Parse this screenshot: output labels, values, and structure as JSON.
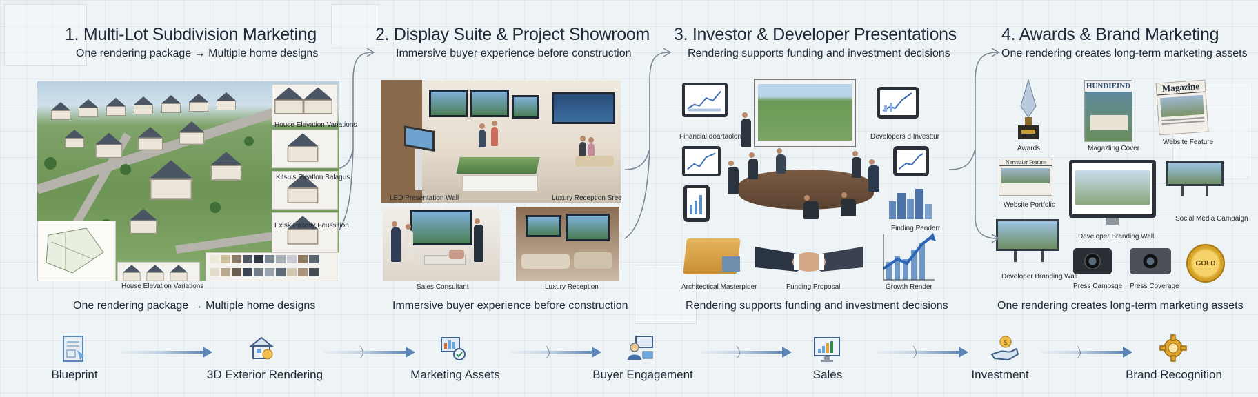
{
  "panels": [
    {
      "title": "1. Multi-Lot Subdivision Marketing",
      "subtitle": "One rendering package → Multiple home designs",
      "caption": "One rendering package → Multiple home designs",
      "labels": [
        "House Elevation Variations",
        "Kitsuls Pleatlon Balagus",
        "Exisk Paxmiy Feussition",
        "House Elevation Variations"
      ]
    },
    {
      "title": "2. Display Suite & Project Showroom",
      "subtitle": "Immersive buyer experience before construction",
      "caption": "Immersive buyer experience before construction",
      "labels": [
        "LED Presentation Wall",
        "Luxury Reception Sree",
        "Sales Consultant",
        "Luxury Reception"
      ]
    },
    {
      "title": "3. Investor & Developer Presentations",
      "subtitle": "Rendering supports funding and investment decisions",
      "caption": "Rendering supports funding and investment decisions",
      "labels": [
        "Financial doartaolon",
        "Developers d Investtur",
        "Finding Penderr",
        "Architectical Masterplder",
        "Funding Proposal",
        "Growth Render"
      ]
    },
    {
      "title": "4. Awards & Brand Marketing",
      "subtitle": "One rendering creates long-term marketing assets",
      "caption": "One rendering creates long-term marketing assets",
      "labels": [
        "Awards",
        "Magazling Cover",
        "Website Feature",
        "Website Portfolio",
        "Developer Branding Wall",
        "Social Media Campaign",
        "Developer Branding Wall",
        "Press Camosge",
        "Press Coverage"
      ],
      "print_text": {
        "magazine_cover": "HUNDIEIND",
        "newspaper": "Magazine",
        "news_strip": "Nervnaier Feature",
        "gold_badge": "GOLD"
      }
    }
  ],
  "flow": [
    {
      "label": "Blueprint",
      "icon": "blueprint-icon"
    },
    {
      "label": "3D Exterior Rendering",
      "icon": "house-render-icon"
    },
    {
      "label": "Marketing Assets",
      "icon": "marketing-assets-icon"
    },
    {
      "label": "Buyer Engagement",
      "icon": "buyer-engagement-icon"
    },
    {
      "label": "Sales",
      "icon": "sales-chart-icon"
    },
    {
      "label": "Investment",
      "icon": "investment-icon"
    },
    {
      "label": "Brand Recognition",
      "icon": "brand-gear-icon"
    }
  ],
  "colors": {
    "accent_blue": "#5b86b5",
    "text_dark": "#1f2a36",
    "gold": "#d8a62c"
  }
}
